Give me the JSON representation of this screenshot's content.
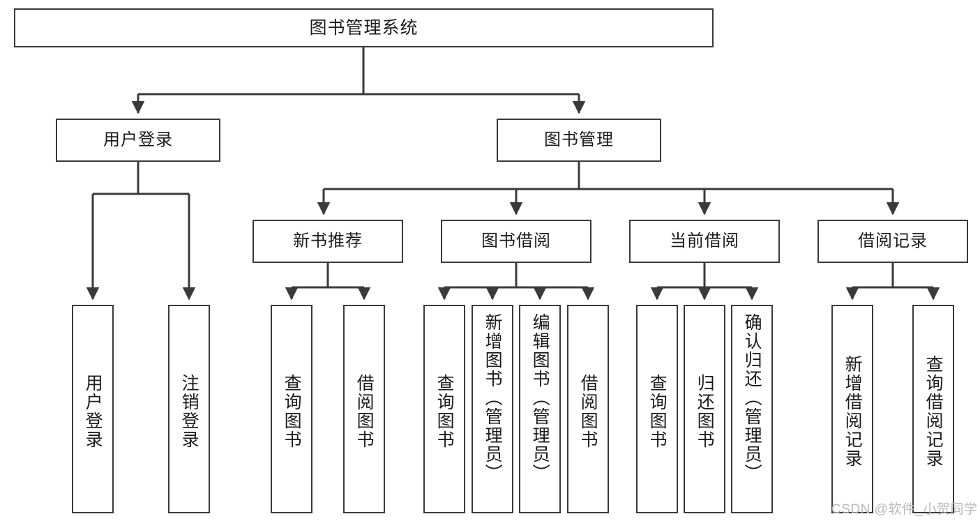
{
  "diagram": {
    "title": "图书管理系统",
    "type": "tree-hierarchy",
    "stroke_color": "#3a3a3a",
    "fill_color": "#ffffff",
    "text_color": "#1b1b1b"
  },
  "root": {
    "label": "图书管理系统"
  },
  "level2": [
    {
      "label": "用户登录"
    },
    {
      "label": "图书管理"
    }
  ],
  "level3": [
    {
      "label": "新书推荐"
    },
    {
      "label": "图书借阅"
    },
    {
      "label": "当前借阅"
    },
    {
      "label": "借阅记录"
    }
  ],
  "leaves": {
    "user_login": [
      {
        "label": "用户登录"
      },
      {
        "label": "注销登录"
      }
    ],
    "new_book_recommend": [
      {
        "label": "查询图书"
      },
      {
        "label": "借阅图书"
      }
    ],
    "book_borrow": [
      {
        "label": "查询图书"
      },
      {
        "label": "新增图书（管理员）"
      },
      {
        "label": "编辑图书（管理员）"
      },
      {
        "label": "借阅图书"
      }
    ],
    "current_borrow": [
      {
        "label": "查询图书"
      },
      {
        "label": "归还图书"
      },
      {
        "label": "确认归还（管理员）"
      }
    ],
    "borrow_record": [
      {
        "label": "新增借阅记录"
      },
      {
        "label": "查询借阅记录"
      }
    ]
  },
  "watermark": {
    "text": "CSDN @软件_小贺同学"
  }
}
